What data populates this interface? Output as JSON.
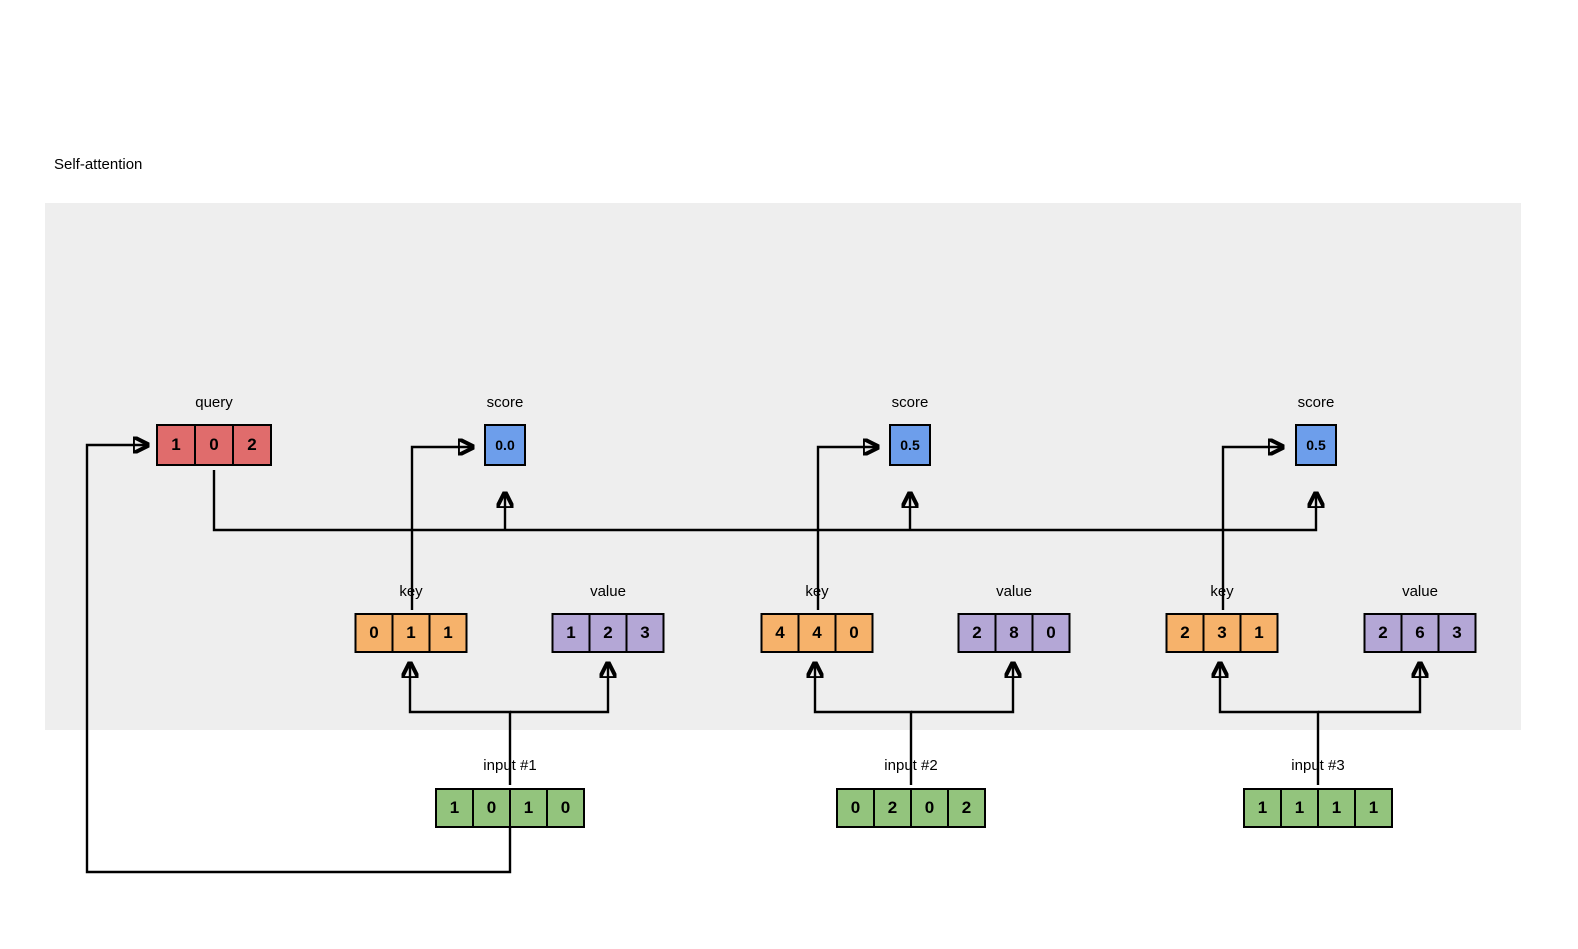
{
  "title": "Self-attention",
  "colors": {
    "panel_bg": "#eeeeee",
    "page_bg": "#ffffff",
    "query": "#e06c6c",
    "score": "#6d9eeb",
    "key": "#f6b26b",
    "value": "#b4a7d6",
    "input": "#93c47d",
    "stroke": "#000000"
  },
  "labels": {
    "query": "query",
    "score": "score",
    "key": "key",
    "value": "value"
  },
  "query": {
    "label": "query",
    "values": [
      "1",
      "0",
      "2"
    ]
  },
  "groups": [
    {
      "input_label": "input #1",
      "input_values": [
        "1",
        "0",
        "1",
        "0"
      ],
      "key_label": "key",
      "key_values": [
        "0",
        "1",
        "1"
      ],
      "value_label": "value",
      "value_values": [
        "1",
        "2",
        "3"
      ],
      "score_label": "score",
      "score_value": "0.0"
    },
    {
      "input_label": "input #2",
      "input_values": [
        "0",
        "2",
        "0",
        "2"
      ],
      "key_label": "key",
      "key_values": [
        "4",
        "4",
        "0"
      ],
      "value_label": "value",
      "value_values": [
        "2",
        "8",
        "0"
      ],
      "score_label": "score",
      "score_value": "0.5"
    },
    {
      "input_label": "input #3",
      "input_values": [
        "1",
        "1",
        "1",
        "1"
      ],
      "key_label": "key",
      "key_values": [
        "2",
        "3",
        "1"
      ],
      "value_label": "value",
      "value_values": [
        "2",
        "6",
        "3"
      ],
      "score_label": "score",
      "score_value": "0.5"
    }
  ]
}
